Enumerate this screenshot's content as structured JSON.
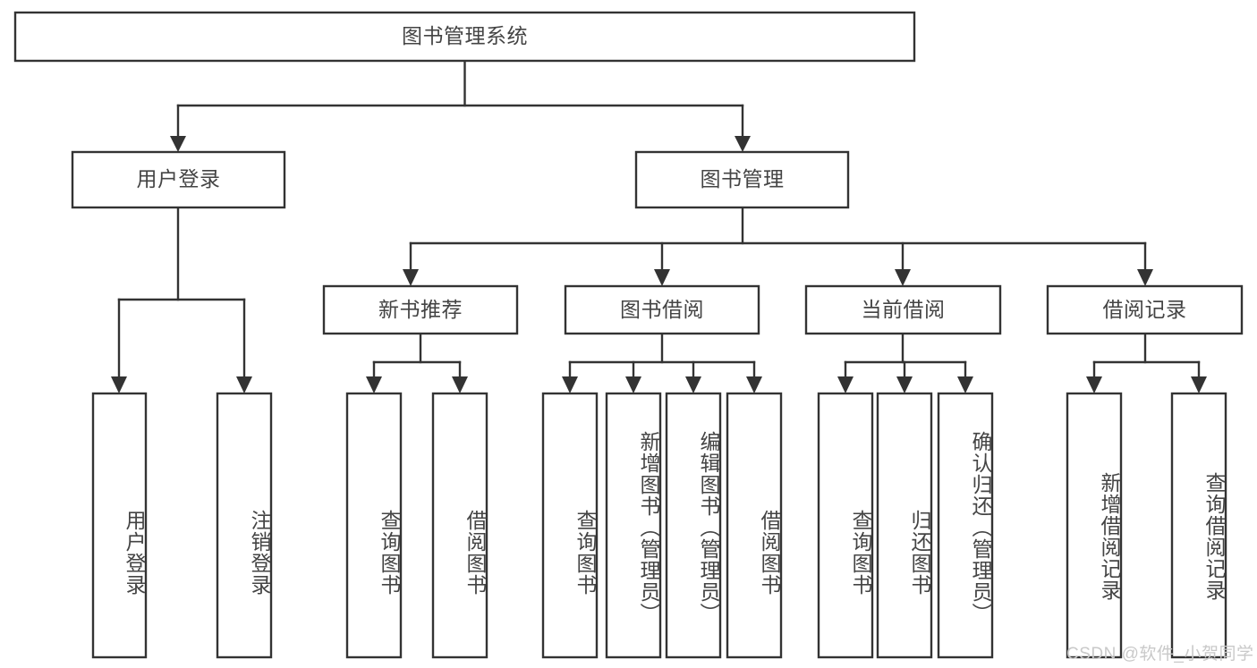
{
  "diagram": {
    "type": "tree-hierarchy-chart",
    "title": "图书管理系统",
    "orientation": "top-down",
    "colors": {
      "box_stroke": "#333333",
      "box_fill": "#ffffff",
      "text": "#444444",
      "background": "#ffffff",
      "watermark": "#c9c9c9"
    },
    "root": {
      "label": "图书管理系统"
    },
    "level2": [
      {
        "label": "用户登录"
      },
      {
        "label": "图书管理"
      }
    ],
    "level3": [
      {
        "label": "新书推荐"
      },
      {
        "label": "图书借阅"
      },
      {
        "label": "当前借阅"
      },
      {
        "label": "借阅记录"
      }
    ],
    "leaves": {
      "user_login": [
        {
          "label": "用户登录"
        },
        {
          "label": "注销登录"
        }
      ],
      "new_book_recommend": [
        {
          "label": "查询图书"
        },
        {
          "label": "借阅图书"
        }
      ],
      "book_borrow": [
        {
          "label": "查询图书"
        },
        {
          "label": "新增图书（管理员）"
        },
        {
          "label": "编辑图书（管理员）"
        },
        {
          "label": "借阅图书"
        }
      ],
      "current_borrow": [
        {
          "label": "查询图书"
        },
        {
          "label": "归还图书"
        },
        {
          "label": "确认归还（管理员）"
        }
      ],
      "borrow_record": [
        {
          "label": "新增借阅记录"
        },
        {
          "label": "查询借阅记录"
        }
      ]
    },
    "watermark": "CSDN @软件_小贺同学"
  }
}
